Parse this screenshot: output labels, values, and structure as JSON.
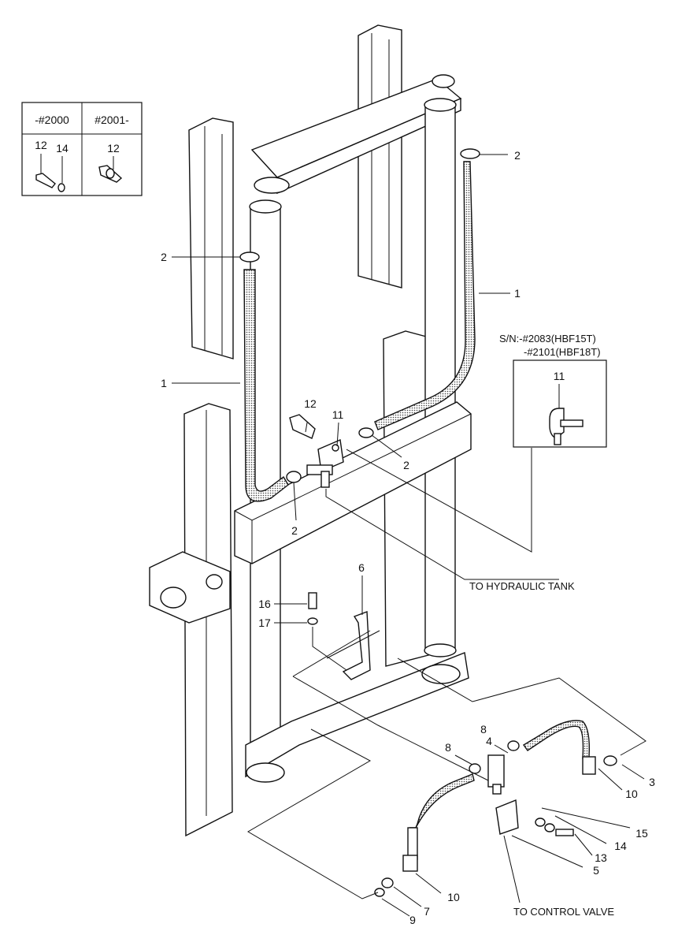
{
  "variant_table": {
    "col1_header": "-#2000",
    "col2_header": "#2001-",
    "col1_parts": [
      "12",
      "14"
    ],
    "col2_parts": [
      "12"
    ]
  },
  "serial_note": {
    "line1": "S/N:-#2083(HBF15T)",
    "line2": "-#2101(HBF18T)",
    "part": "11"
  },
  "destinations": {
    "hydraulic_tank": "TO HYDRAULIC TANK",
    "control_valve": "TO CONTROL VALVE"
  },
  "callouts": {
    "c1_right": "1",
    "c1_left": "1",
    "c2_top_right": "2",
    "c2_left": "2",
    "c2_mid": "2",
    "c2_low": "2",
    "c3": "3",
    "c4": "4",
    "c5": "5",
    "c6": "6",
    "c7": "7",
    "c8_left": "8",
    "c8_right": "8",
    "c9": "9",
    "c10_right": "10",
    "c10_left": "10",
    "c11": "11",
    "c12": "12",
    "c13": "13",
    "c14": "14",
    "c15": "15",
    "c16": "16",
    "c17": "17"
  }
}
